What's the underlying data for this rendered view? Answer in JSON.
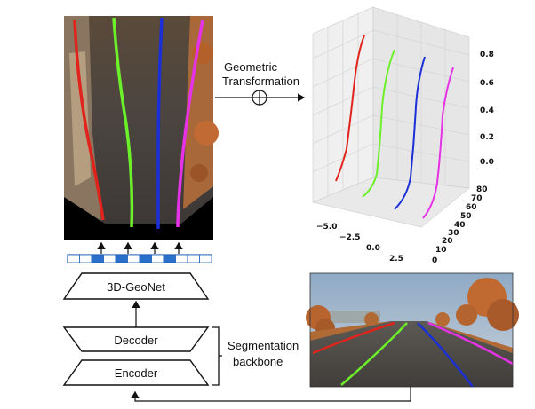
{
  "pipeline": {
    "geonet_label": "3D-GeoNet",
    "decoder_label": "Decoder",
    "encoder_label": "Encoder",
    "backbone_label_line1": "Segmentation",
    "backbone_label_line2": "backbone",
    "transform_label_line1": "Geometric",
    "transform_label_line2": "Transformation"
  },
  "plot3d": {
    "z_ticks": [
      "0.8",
      "0.6",
      "0.4",
      "0.2",
      "0.0"
    ],
    "y_ticks": [
      "80",
      "70",
      "60",
      "50",
      "40",
      "30",
      "20",
      "10",
      "0"
    ],
    "x_ticks": [
      "−5.0",
      "−2.5",
      "0.0",
      "2.5"
    ]
  },
  "colors": {
    "lane1": "#e0241c",
    "lane2": "#6cf02a",
    "lane3": "#1a2fd6",
    "lane4": "#e632e6",
    "feature_cell": "#2a6fc9",
    "feature_border": "#1f5fb8"
  }
}
